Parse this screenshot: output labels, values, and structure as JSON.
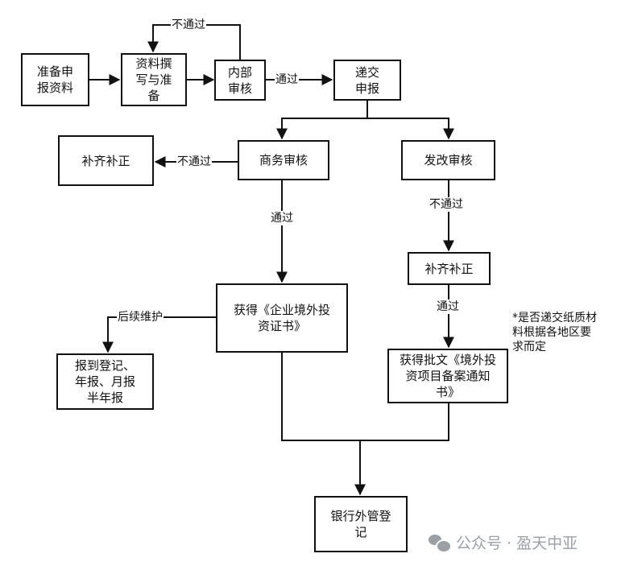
{
  "nodes": {
    "prepare": "准备申\n报资料",
    "draft": "资料撰\n写与准\n备",
    "internal_review": "内部\n审核",
    "submit": "递交\n申报",
    "supplement_left": "补齐补正",
    "mofcom_review": "商务审核",
    "ndrc_review": "发改审核",
    "supplement_right": "补齐补正",
    "certificate": "获得《企业境外投\n资证书》",
    "approval": "获得批文《境外投\n资项目备案通知\n书》",
    "reports": "报到登记、\n年报、月报\n半年报",
    "bank": "银行外管登\n记"
  },
  "labels": {
    "fail_top": "不通过",
    "pass_internal": "通过",
    "fail_left": "不通过",
    "pass_mofcom": "通过",
    "fail_ndrc": "不通过",
    "pass_supplement": "通过",
    "followup": "后续维护"
  },
  "note": "*是否递交纸质材\n料根据各地区要\n求而定",
  "watermark": {
    "icon": "wechat-icon",
    "text": "公众号 · 盈天中亚"
  }
}
